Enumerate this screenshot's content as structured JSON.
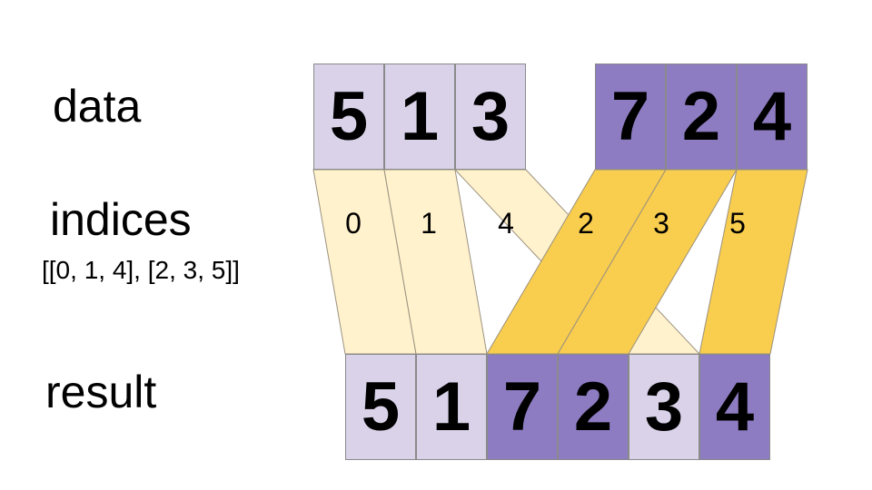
{
  "labels": {
    "data": "data",
    "indices": "indices",
    "indices_value": "[[0, 1, 4], [2, 3, 5]]",
    "result": "result"
  },
  "colors": {
    "light_purple": "#d9d2e9",
    "dark_purple": "#8e7cc3",
    "cream": "#fff2cc",
    "gold": "#f9cd4d",
    "cell_border": "#8a8a8a",
    "band_border": "#9a9180"
  },
  "data_cells": [
    {
      "value": "5",
      "group": "light"
    },
    {
      "value": "1",
      "group": "light"
    },
    {
      "value": "3",
      "group": "light"
    },
    {
      "value": "7",
      "group": "dark"
    },
    {
      "value": "2",
      "group": "dark"
    },
    {
      "value": "4",
      "group": "dark"
    }
  ],
  "result_cells": [
    {
      "value": "5",
      "group": "light"
    },
    {
      "value": "1",
      "group": "light"
    },
    {
      "value": "7",
      "group": "dark"
    },
    {
      "value": "2",
      "group": "dark"
    },
    {
      "value": "3",
      "group": "light"
    },
    {
      "value": "4",
      "group": "dark"
    }
  ],
  "index_labels": [
    {
      "value": "0",
      "connects_data_cell": 0,
      "connects_result_cell": 0,
      "band_color": "cream"
    },
    {
      "value": "1",
      "connects_data_cell": 1,
      "connects_result_cell": 1,
      "band_color": "cream"
    },
    {
      "value": "4",
      "connects_data_cell": 2,
      "connects_result_cell": 4,
      "band_color": "cream"
    },
    {
      "value": "2",
      "connects_data_cell": 3,
      "connects_result_cell": 2,
      "band_color": "gold"
    },
    {
      "value": "3",
      "connects_data_cell": 4,
      "connects_result_cell": 3,
      "band_color": "gold"
    },
    {
      "value": "5",
      "connects_data_cell": 5,
      "connects_result_cell": 5,
      "band_color": "gold"
    }
  ]
}
